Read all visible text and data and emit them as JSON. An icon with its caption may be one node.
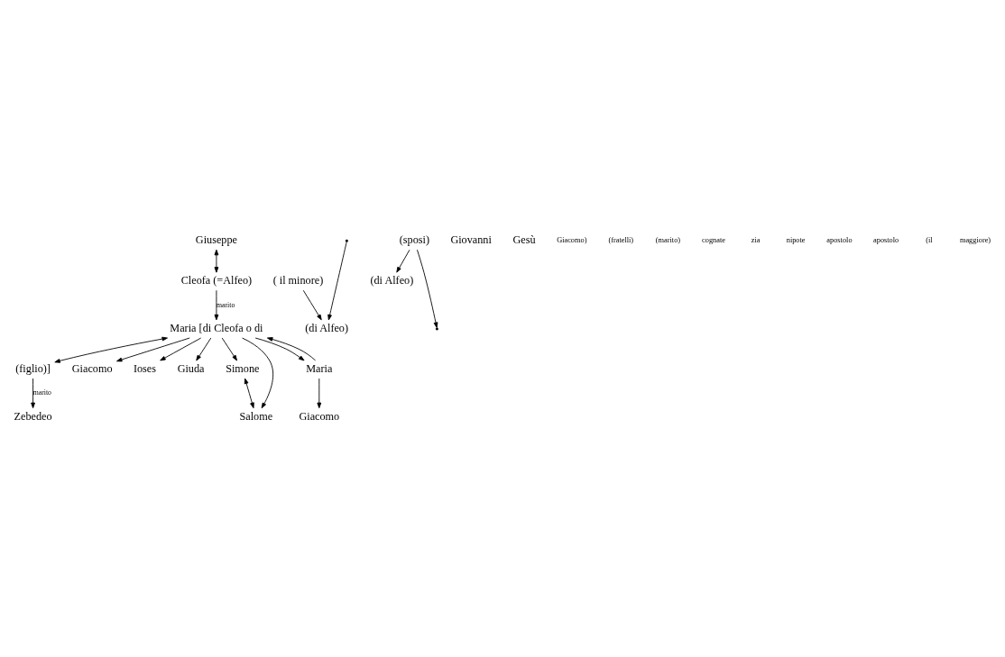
{
  "diagram": {
    "nodes": [
      {
        "text": [
          "Giuseppe"
        ]
      },
      {
        "text": [
          "Cleofa (=Alfeo)"
        ]
      },
      {
        "text": [
          "Maria [di Cleofa o di"
        ]
      },
      {
        "text": [
          "(figlio)]"
        ]
      },
      {
        "text": [
          "Giacomo"
        ]
      },
      {
        "text": [
          "Ioses"
        ]
      },
      {
        "text": [
          "Giuda"
        ]
      },
      {
        "text": [
          "Simone"
        ]
      },
      {
        "text": [
          "Salome"
        ]
      },
      {
        "text": [
          "Zebedeo"
        ]
      },
      {
        "text": [
          "Maria"
        ]
      },
      {
        "text": [
          "( il minore)"
        ]
      },
      {
        "text": [
          "(sposi)"
        ]
      },
      {
        "text": [
          "(di Alfeo)"
        ]
      },
      {
        "text": [
          "(di Alfeo)"
        ]
      },
      {
        "text": [
          "Giacomo"
        ]
      },
      {
        "text": [
          "Giovanni"
        ]
      },
      {
        "text": [
          "Gesù"
        ]
      }
    ],
    "edges": [
      {
        "from": 0,
        "to": 1,
        "arrow": "both"
      },
      {
        "from": 1,
        "to": 2,
        "arrow": "to",
        "label": "marito"
      },
      {
        "from": 2,
        "to": 3,
        "arrow": "both"
      },
      {
        "from": 3,
        "to": 9,
        "arrow": "to",
        "label": "marito"
      },
      {
        "from": 2,
        "to": 10,
        "arrow": "to"
      },
      {
        "from": 10,
        "to": 2,
        "arrow": "to"
      },
      {
        "from": 2,
        "to": 4,
        "arrow": "to"
      },
      {
        "from": 2,
        "to": 5,
        "arrow": "to"
      },
      {
        "from": 2,
        "to": 6,
        "arrow": "to"
      },
      {
        "from": 2,
        "to": 7,
        "arrow": "to"
      },
      {
        "from": 2,
        "to": 8,
        "arrow": "to"
      },
      {
        "from": 7,
        "to": 8,
        "arrow": "both"
      },
      {
        "from": 11,
        "to": 13,
        "arrow": "to"
      },
      {
        "from": null,
        "to": 13,
        "arrow": "to"
      },
      {
        "from": 12,
        "to": 14,
        "arrow": "to"
      },
      {
        "from": 12,
        "to": null,
        "arrow": "to"
      },
      {
        "from": 10,
        "to": 15,
        "arrow": "to"
      }
    ],
    "labels": [
      "Giacomo)",
      "(fratelli)",
      "(marito)",
      "cognate",
      "zia",
      "nipote",
      "apostolo",
      "apostolo",
      "(il",
      "maggiore)"
    ]
  }
}
